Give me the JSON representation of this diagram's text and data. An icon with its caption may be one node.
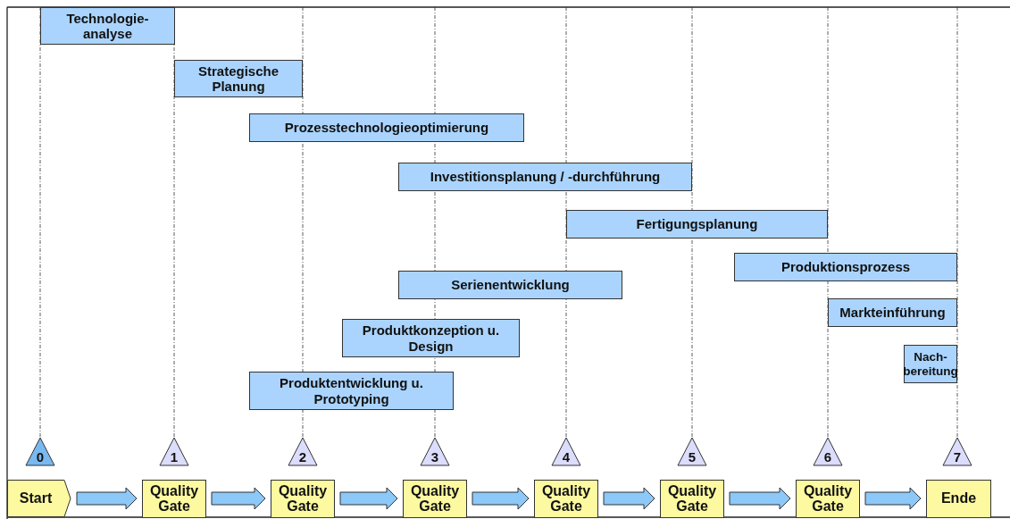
{
  "diagram": {
    "nodes": [
      {
        "text": [
          "Technologie- analyse"
        ]
      },
      {
        "text": [
          "Strategische Planung"
        ]
      },
      {
        "text": [
          "Prozesstechnologieoptimierung"
        ]
      },
      {
        "text": [
          "Investitionsplanung / -durchführung"
        ]
      },
      {
        "text": [
          "Fertigungsplanung"
        ]
      },
      {
        "text": [
          "Produktionsprozess"
        ]
      },
      {
        "text": [
          "Serienentwicklung"
        ]
      },
      {
        "text": [
          "Markteinführung"
        ]
      },
      {
        "text": [
          "Produktkonzeption u. Design"
        ]
      },
      {
        "text": [
          "Nach- bereitung"
        ]
      },
      {
        "text": [
          "Produktentwicklung u. Prototyping"
        ]
      },
      {
        "text": [
          "0"
        ]
      },
      {
        "text": [
          "1"
        ]
      },
      {
        "text": [
          "2"
        ]
      },
      {
        "text": [
          "3"
        ]
      },
      {
        "text": [
          "4"
        ]
      },
      {
        "text": [
          "5"
        ]
      },
      {
        "text": [
          "6"
        ]
      },
      {
        "text": [
          "7"
        ]
      },
      {
        "text": [
          "Start"
        ]
      },
      {
        "text": [
          "Quality Gate"
        ]
      },
      {
        "text": [
          "Quality Gate"
        ]
      },
      {
        "text": [
          "Quality Gate"
        ]
      },
      {
        "text": [
          "Quality Gate"
        ]
      },
      {
        "text": [
          "Quality Gate"
        ]
      },
      {
        "text": [
          "Quality Gate"
        ]
      },
      {
        "text": [
          "Ende"
        ]
      }
    ],
    "edges": [
      {
        "from": 19,
        "to": 20,
        "arrow": "to"
      },
      {
        "from": 20,
        "to": 21,
        "arrow": "to"
      },
      {
        "from": 21,
        "to": 22,
        "arrow": "to"
      },
      {
        "from": 22,
        "to": 23,
        "arrow": "to"
      },
      {
        "from": 23,
        "to": 24,
        "arrow": "to"
      },
      {
        "from": 24,
        "to": 25,
        "arrow": "to"
      },
      {
        "from": 25,
        "to": 26,
        "arrow": "to"
      }
    ]
  }
}
